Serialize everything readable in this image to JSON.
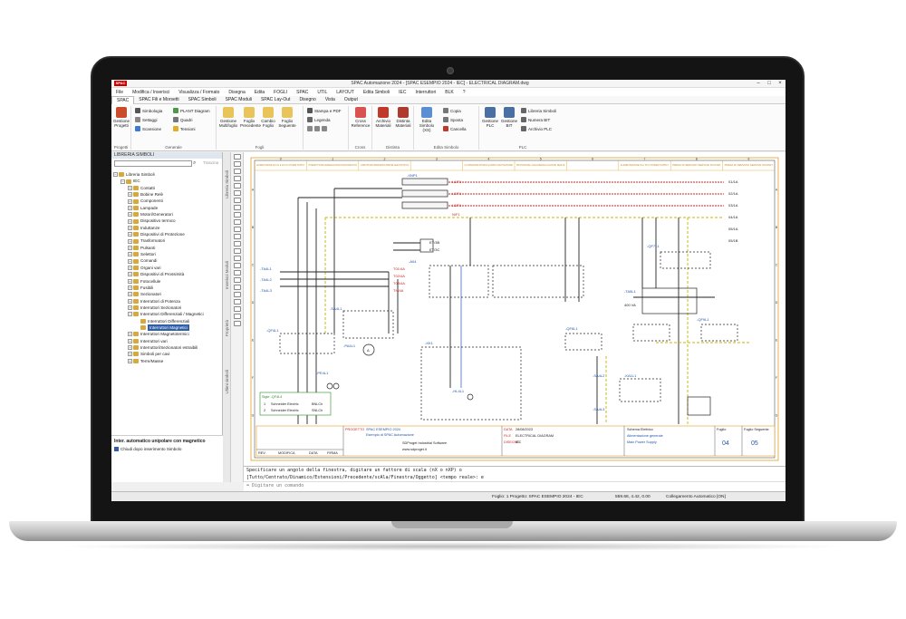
{
  "window": {
    "title": "SPAC Automazione 2024 - [SPAC ESEMPIO 2024 - IEC] - ELECTRICAL DIAGRAM.dwg",
    "logo": "SPAC"
  },
  "menu": [
    "File",
    "Modifica / Inserisci",
    "Visualizza / Formato",
    "Disegna",
    "Edita",
    "FOGLI",
    "SPAC",
    "UTIL",
    "LAYOUT",
    "Edita Simboli",
    "IEC",
    "Interruttori",
    "BLK",
    "?"
  ],
  "tabs": [
    "SPAC",
    "SPAC Fili e Morsetti",
    "SPAC Simboli",
    "SPAC Moduli",
    "SPAC Lay-Out",
    "Disegno",
    "Vista",
    "Output"
  ],
  "ribbon": {
    "groups": [
      {
        "label": "Progetti"
      },
      {
        "label": "Generale"
      },
      {
        "label": "Fogli"
      },
      {
        "label": "Cross"
      },
      {
        "label": "Distinta"
      },
      {
        "label": "Edita Simbolo"
      },
      {
        "label": "PLC"
      }
    ],
    "buttons": {
      "gestione_progetti": "Gestione Progetti",
      "simbologia": "Simbologia",
      "settaggi": "Settaggi",
      "scansione": "Scansione",
      "plant_diagram": "PLANT Diagram",
      "quadri": "Quadri",
      "tensioni": "Tensioni",
      "gestione_multifoglio": "Gestione Multifoglio",
      "foglio_precedente": "Foglio Precedente",
      "cambio_foglio": "Cambio Foglio",
      "foglio_seguente": "Foglio Seguente",
      "stampa_pdf": "Stampa e PDF",
      "legenda": "Legenda",
      "cross_reference": "Cross Reference",
      "archivio_materiali": "Archivio Materiali",
      "distinta_materiali": "Distinta Materiali",
      "edita_simbolo": "Edita Simbolo (XS)",
      "copia": "Copia",
      "sposta": "Sposta",
      "cancella": "Cancella",
      "gestione_plc": "Gestione PLC",
      "gestione_bit": "Gestione BIT",
      "libreria_simboli": "Libreria Simboli",
      "numera_bit": "Numera BIT",
      "archivio_plc": "Archivio PLC"
    }
  },
  "library": {
    "header": "LIBRERIA SIMBOLI",
    "sample_hint": "Trascina",
    "tree": [
      {
        "label": "Libreria Simboli",
        "level": 0,
        "expanded": true
      },
      {
        "label": "IEC",
        "level": 1,
        "expanded": true
      },
      {
        "label": "Contatti",
        "level": 2
      },
      {
        "label": "Bobine Relè",
        "level": 2
      },
      {
        "label": "Componenti",
        "level": 2
      },
      {
        "label": "Lampade",
        "level": 2
      },
      {
        "label": "Motori/Generatori",
        "level": 2
      },
      {
        "label": "Dispositivo termico",
        "level": 2
      },
      {
        "label": "Induttanze",
        "level": 2
      },
      {
        "label": "Dispositivi di Protezione",
        "level": 2
      },
      {
        "label": "Trasformatori",
        "level": 2
      },
      {
        "label": "Pulsanti",
        "level": 2
      },
      {
        "label": "Selettori",
        "level": 2
      },
      {
        "label": "Comandi",
        "level": 2
      },
      {
        "label": "Organi vari",
        "level": 2
      },
      {
        "label": "Dispositivi di Prossimità",
        "level": 2
      },
      {
        "label": "Fotocellule",
        "level": 2
      },
      {
        "label": "Fusibili",
        "level": 2
      },
      {
        "label": "Sezionatori",
        "level": 2
      },
      {
        "label": "Interruttori di Potenza",
        "level": 2
      },
      {
        "label": "Interruttori Sezionatori",
        "level": 2
      },
      {
        "label": "Interruttori Differenziali / Magnetici",
        "level": 2,
        "expanded": true
      },
      {
        "label": "Interruttori Differenziali",
        "level": 3
      },
      {
        "label": "Interruttori Magnetici",
        "level": 3,
        "selected": true
      },
      {
        "label": "Interruttori Magnetotermici",
        "level": 2
      },
      {
        "label": "Interruttori vari",
        "level": 2
      },
      {
        "label": "Interruttori/Sezionatori estraibili",
        "level": 2
      },
      {
        "label": "Simboli per cavi",
        "level": 2
      },
      {
        "label": "Terre/Masse",
        "level": 2
      }
    ],
    "info_title": "Inter. automatico unipolare con magnetico",
    "info_option": "Chiudi dopo inserimento Simbolo"
  },
  "side_tabs": [
    "Libreria Simboli",
    "Inserisci Moduli",
    "Proprietà",
    "Ultimi simboli"
  ],
  "drawing": {
    "column_numbers": [
      "0",
      "1",
      "2",
      "3",
      "4",
      "5",
      "6",
      "7",
      "8",
      "9"
    ],
    "row_letters": [
      "A",
      "B",
      "C",
      "D",
      "E",
      "F",
      "G"
    ],
    "column_titles": [
      "ALIMENTAZIONE 24V AC E 24V DC POWER SUPPLY",
      "INTERRUTTORE GENERALE MAIN DISCONNECTOR",
      "COMMUTATORE AMPEROMETRO AMMETER SELECTOR SWITCH",
      "",
      "ILLUMINAZIONE INTERNA QUADRO LIGHTING BOARD",
      "PROTEZIONE LUCE ENERGIA LIGHTING DEVICE",
      "",
      "ALIMENTAZIONE PLC PLC POWER SUPPLY",
      "PRESA DI SERVIZIO SERVICE SOCKET",
      "PRESA DI SERVIZIO SERVICE SOCKET"
    ],
    "labels": {
      "xnp": "-XNP1",
      "tl1": "L1/F1",
      "tl2": "L2/F1",
      "tl3": "L3/F1",
      "tn": "N/F1",
      "ta": "-TA4L1",
      "tb": "-TA4L2",
      "tc": "-TA4L3",
      "sa": "-SA4L1",
      "a01": "-A04",
      "pa": "-PA4L1",
      "qf": "-QF4L1",
      "qg": "-QF4L2",
      "pe": "-PE4L1",
      "qs": "-QF6L1",
      "xtr": "-TA5L1",
      "trv": "400 VA",
      "ks": "-KA1L1",
      "hl": "-HL4L1",
      "xk": "-XK1",
      "sa2": "-SA4L2",
      "sa3": "-SA4L3",
      "qf7": "-QF7L1",
      "qf9": "-QF9L1",
      "out1": "01/1A",
      "out2": "02/1A",
      "out3": "03/1A",
      "out4": "04/1A",
      "out5": "05/1A",
      "out6": "05/1B",
      "et": "ET/3B",
      "ec": "ET/3C",
      "v1": "T01/4A",
      "v2": "T02/4A",
      "v3": "T03/4A",
      "vn": "TN/4A",
      "amm": "A"
    },
    "sigle": {
      "title": "Sigle -QF4L4",
      "rows": [
        [
          "1",
          "Schneider Electric",
          "BNLCh"
        ],
        [
          "2",
          "Schneider Electric",
          "SNLCh"
        ]
      ]
    },
    "titleblock": {
      "progetto_label": "PROGETTO",
      "progetto": "SPAC ESEMPIO 2024",
      "descr": "Esempio di SPAC Automazione",
      "company": "SDProget Industrial Software",
      "web": "www.sdproget.it",
      "data_label": "DATA",
      "data": "28/08/2023",
      "file_label": "FILE",
      "file": "ELECTRICAL DIAGRAM",
      "disegno_label": "DISEGNO",
      "disegno": "IEC",
      "schema": "Schema Elettrico",
      "alim": "Alimentazione generale",
      "power": "Main Power Supply",
      "foglio_label": "Foglio",
      "foglio": "04",
      "seg_label": "Foglio Seguente",
      "seg": "05",
      "rev": "REV.",
      "modifica": "MODIFICA",
      "dataf": "DATA",
      "firma": "FIRMA"
    }
  },
  "command": {
    "line1": "Specificare un angolo della finestra, digitare un fattore di scala (nX o nXP) o",
    "line2": "[Tutto/Centrato/Dinamico/Estensioni/Precedente/scAla/Finestra/Oggetto] <tempo reale>: e",
    "input_placeholder": "Digitare un comando"
  },
  "status": {
    "foglio": "Foglio: 1  Progetto: SPAC ESEMPIO 2024 - IEC",
    "coords": "559.68, 4.42, 0.00",
    "mode": "Collegamento Automatico [ON]"
  },
  "colors": {
    "accent": "#c00000",
    "ribbon_bg": "#fbfbfb",
    "wire_green_yellow": "#c8b400",
    "border_orange": "#e0a020"
  }
}
